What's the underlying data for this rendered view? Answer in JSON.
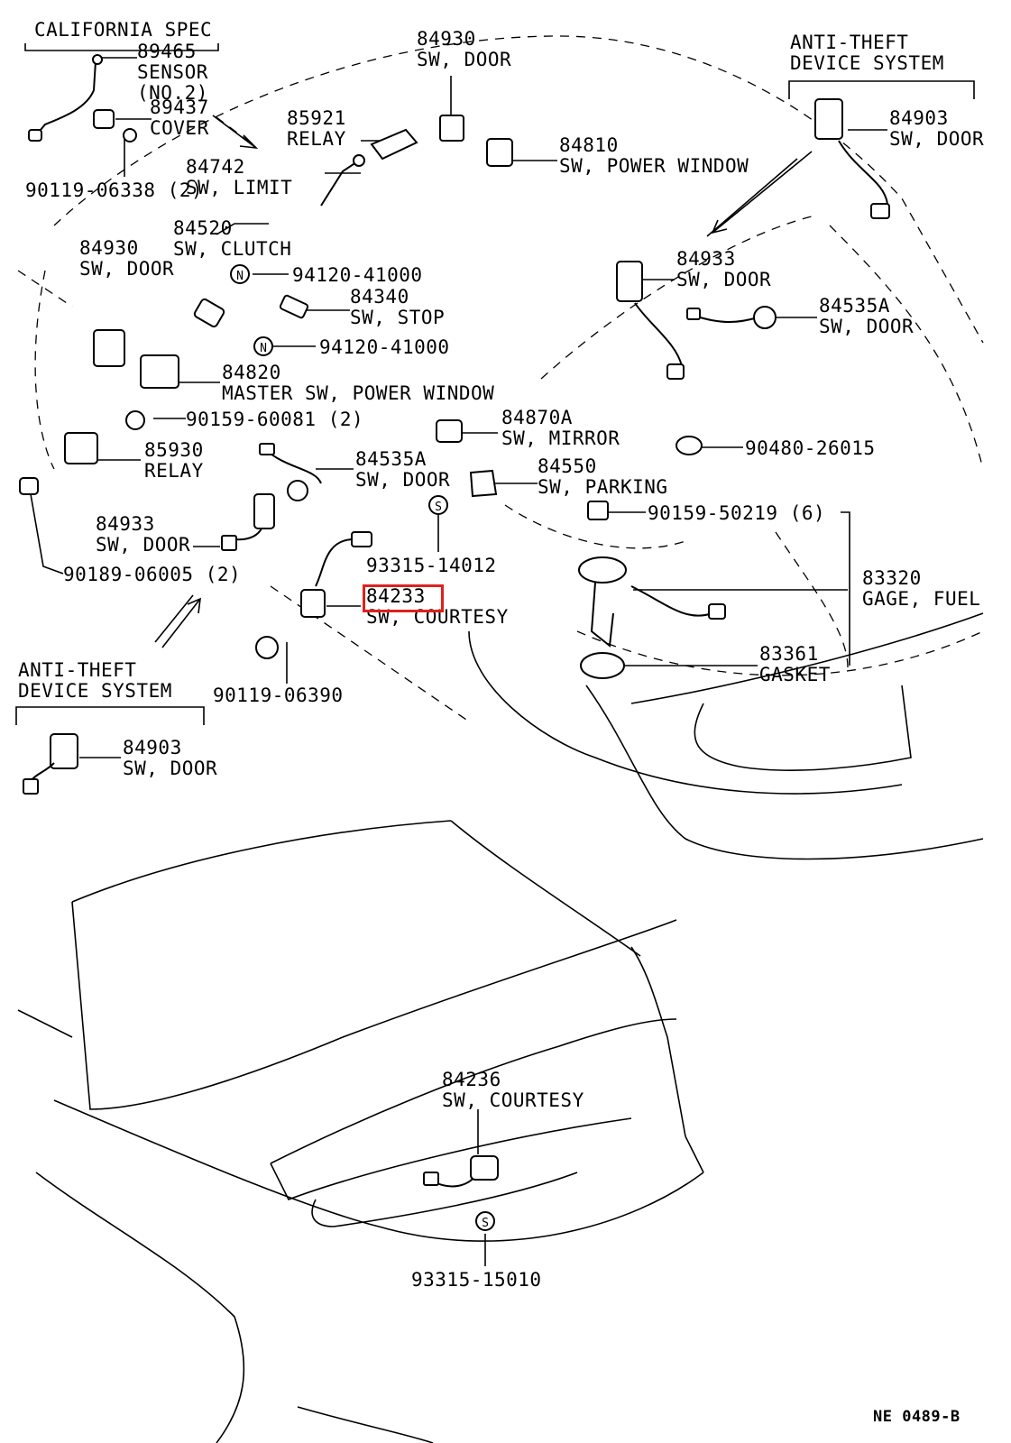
{
  "colors": {
    "highlight": "#e0201c",
    "ink": "#000000"
  },
  "labels": [
    {
      "id": "california-spec",
      "lines": [
        "CALIFORNIA SPEC"
      ]
    },
    {
      "id": "89465",
      "lines": [
        "89465",
        "SENSOR",
        "(NO.2)"
      ]
    },
    {
      "id": "89437",
      "lines": [
        "89437",
        "COVER"
      ]
    },
    {
      "id": "90119-06338",
      "lines": [
        "90119-06338 (2)"
      ]
    },
    {
      "id": "84930-top",
      "lines": [
        "84930",
        "SW, DOOR"
      ]
    },
    {
      "id": "85921",
      "lines": [
        "85921",
        "RELAY"
      ]
    },
    {
      "id": "84742",
      "lines": [
        "84742",
        "SW, LIMIT"
      ]
    },
    {
      "id": "84810",
      "lines": [
        "84810",
        "SW, POWER WINDOW"
      ]
    },
    {
      "id": "anti-theft-top",
      "lines": [
        "ANTI-THEFT",
        "DEVICE SYSTEM"
      ]
    },
    {
      "id": "84903-top",
      "lines": [
        "84903",
        "SW, DOOR"
      ]
    },
    {
      "id": "84520",
      "lines": [
        "84520",
        "SW, CLUTCH"
      ]
    },
    {
      "id": "84930-left",
      "lines": [
        "84930",
        "SW, DOOR"
      ]
    },
    {
      "id": "94120-41000-a",
      "lines": [
        "94120-41000"
      ]
    },
    {
      "id": "84340",
      "lines": [
        "84340",
        "SW, STOP"
      ]
    },
    {
      "id": "94120-41000-b",
      "lines": [
        "94120-41000"
      ]
    },
    {
      "id": "84933-right",
      "lines": [
        "84933",
        "SW, DOOR"
      ]
    },
    {
      "id": "84535a-right",
      "lines": [
        "84535A",
        "SW, DOOR"
      ]
    },
    {
      "id": "84820",
      "lines": [
        "84820",
        "MASTER SW, POWER WINDOW"
      ]
    },
    {
      "id": "90159-60081",
      "lines": [
        "90159-60081 (2)"
      ]
    },
    {
      "id": "84870a",
      "lines": [
        "84870A",
        "SW, MIRROR"
      ]
    },
    {
      "id": "90480-26015",
      "lines": [
        "90480-26015"
      ]
    },
    {
      "id": "85930",
      "lines": [
        "85930",
        "RELAY"
      ]
    },
    {
      "id": "84535a-mid",
      "lines": [
        "84535A",
        "SW, DOOR"
      ]
    },
    {
      "id": "84550",
      "lines": [
        "84550",
        "SW, PARKING"
      ]
    },
    {
      "id": "90159-50219",
      "lines": [
        "90159-50219 (6)"
      ]
    },
    {
      "id": "84933-left",
      "lines": [
        "84933",
        "SW, DOOR"
      ]
    },
    {
      "id": "93315-14012",
      "lines": [
        "93315-14012"
      ]
    },
    {
      "id": "90189-06005",
      "lines": [
        "90189-06005 (2)"
      ]
    },
    {
      "id": "83320",
      "lines": [
        "83320",
        "GAGE, FUEL"
      ]
    },
    {
      "id": "84233",
      "lines": [
        "84233",
        "SW, COURTESY"
      ]
    },
    {
      "id": "83361",
      "lines": [
        "83361",
        "GASKET"
      ]
    },
    {
      "id": "anti-theft-left",
      "lines": [
        "ANTI-THEFT",
        "DEVICE SYSTEM"
      ]
    },
    {
      "id": "90119-06390",
      "lines": [
        "90119-06390"
      ]
    },
    {
      "id": "84903-left",
      "lines": [
        "84903",
        "SW, DOOR"
      ]
    },
    {
      "id": "84236",
      "lines": [
        "84236",
        "SW, COURTESY"
      ]
    },
    {
      "id": "93315-15010",
      "lines": [
        "93315-15010"
      ]
    },
    {
      "id": "ref-code",
      "lines": [
        "NE 0489-B"
      ]
    }
  ],
  "symbols": {
    "n_mark": "N",
    "s_mark": "S"
  },
  "highlight": {
    "part": "84233"
  }
}
